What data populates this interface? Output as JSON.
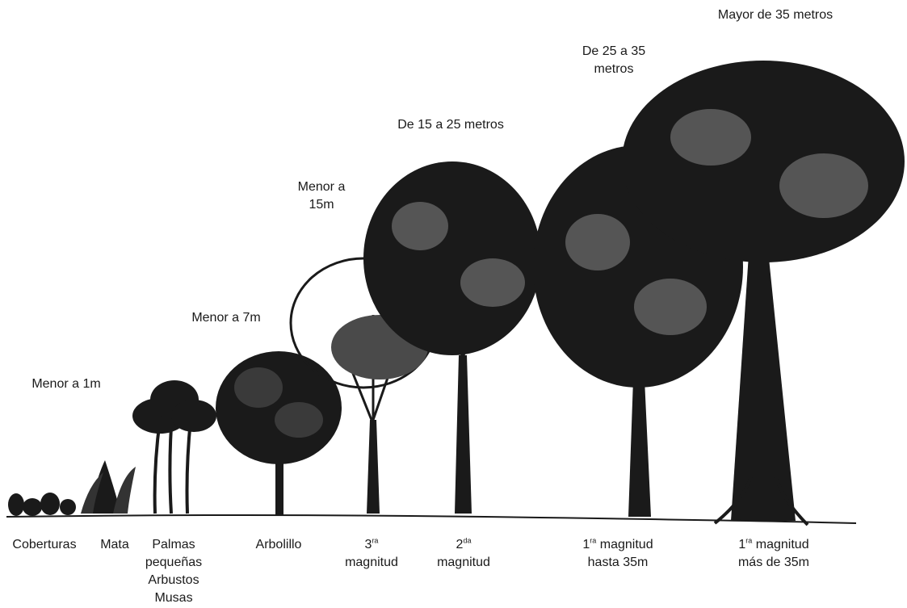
{
  "heights": {
    "menor_1m": "Menor a 1m",
    "menor_7m": "Menor a 7m",
    "menor_15m_line1": "Menor a",
    "menor_15m_line2": "15m",
    "de_15_25": "De 15 a 25 metros",
    "de_25_35_line1": "De 25 a 35",
    "de_25_35_line2": "metros",
    "mayor_35": "Mayor de 35 metros"
  },
  "categories": {
    "coberturas": "Coberturas",
    "mata": "Mata",
    "palmas_line1": "Palmas",
    "palmas_line2": "pequeñas",
    "palmas_line3": "Arbustos",
    "palmas_line4": "Musas",
    "arbolillo": "Arbolillo",
    "tercera_num": "3",
    "tercera_sup": "ra",
    "tercera_word": "magnitud",
    "segunda_num": "2",
    "segunda_sup": "da",
    "segunda_word": "magnitud",
    "primera35_num": "1",
    "primera35_sup": "ra",
    "primera35_word": "magnitud",
    "primera35_line2": "hasta 35m",
    "primeramas_num": "1",
    "primeramas_sup": "ra",
    "primeramas_word": "magnitud",
    "primeramas_line2": "más de 35m"
  },
  "colors": {
    "ink": "#1a1a1a",
    "background": "#ffffff"
  }
}
